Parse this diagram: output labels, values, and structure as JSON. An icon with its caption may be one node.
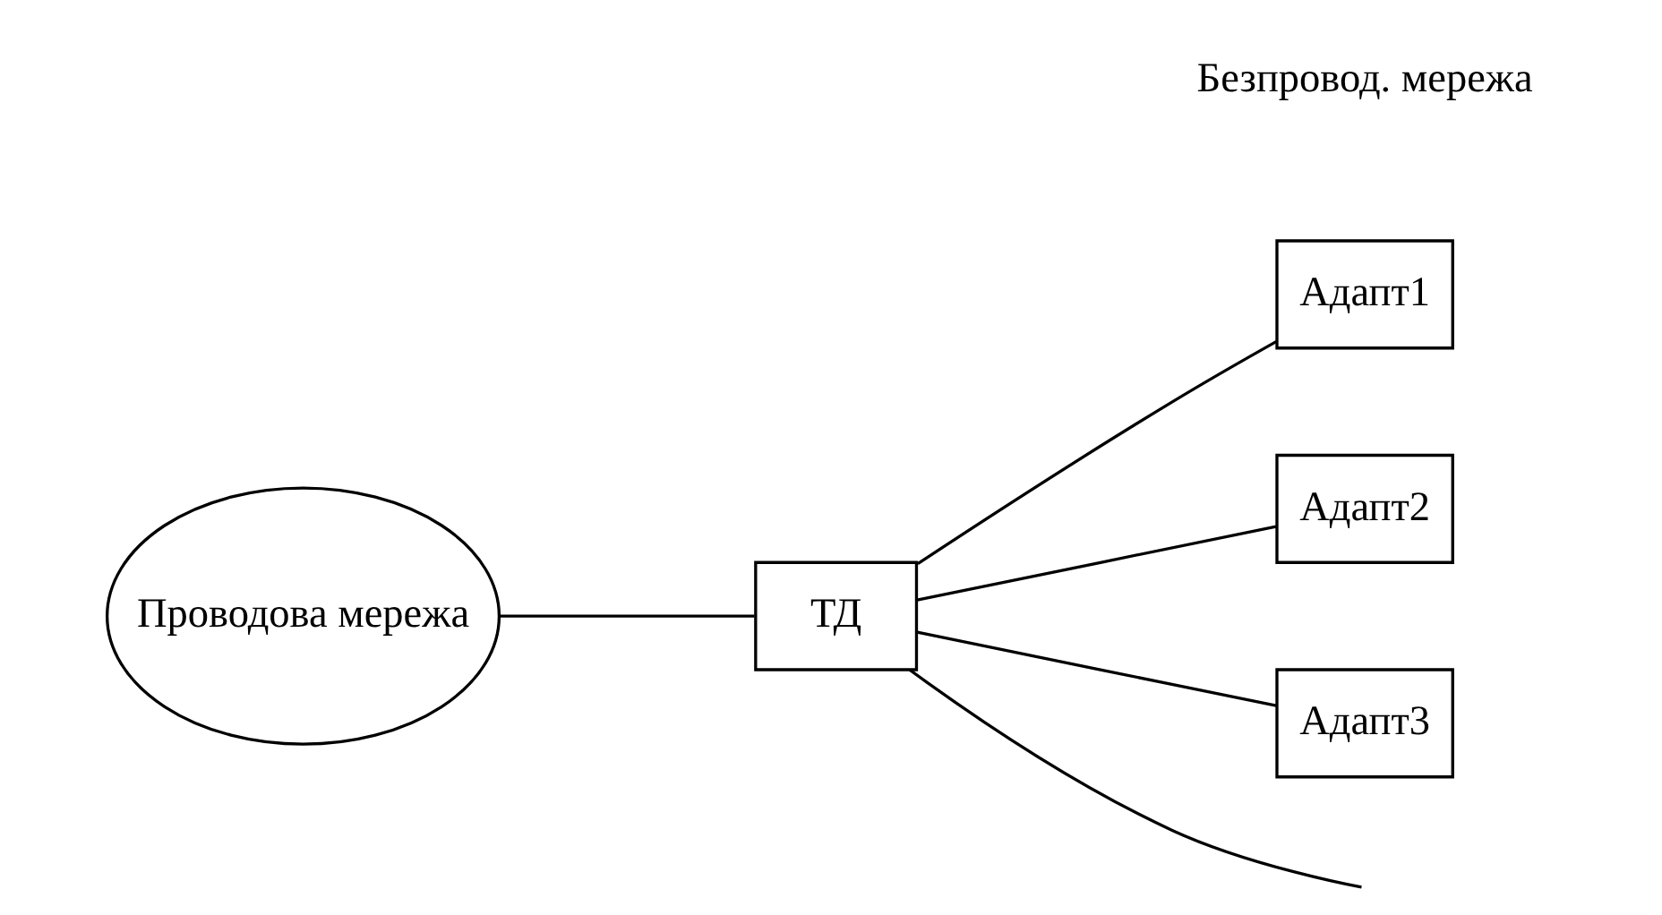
{
  "diagram": {
    "nodes": [
      {
        "text": [
          "Проводова мережа"
        ]
      },
      {
        "text": [
          "ТД"
        ]
      },
      {
        "text": [
          "Адапт1"
        ]
      },
      {
        "text": [
          "Адапт2"
        ]
      },
      {
        "text": [
          "Адапт3"
        ]
      }
    ],
    "edges": [
      {
        "from": 0,
        "to": 1,
        "arrow": "none"
      },
      {
        "from": 1,
        "to": 2,
        "arrow": "none"
      },
      {
        "from": 1,
        "to": 3,
        "arrow": "none"
      },
      {
        "from": 1,
        "to": 4,
        "arrow": "none"
      },
      {
        "from": 1,
        "to": null,
        "arrow": "none"
      }
    ],
    "labels": [
      "Безпровод. мережа"
    ]
  }
}
